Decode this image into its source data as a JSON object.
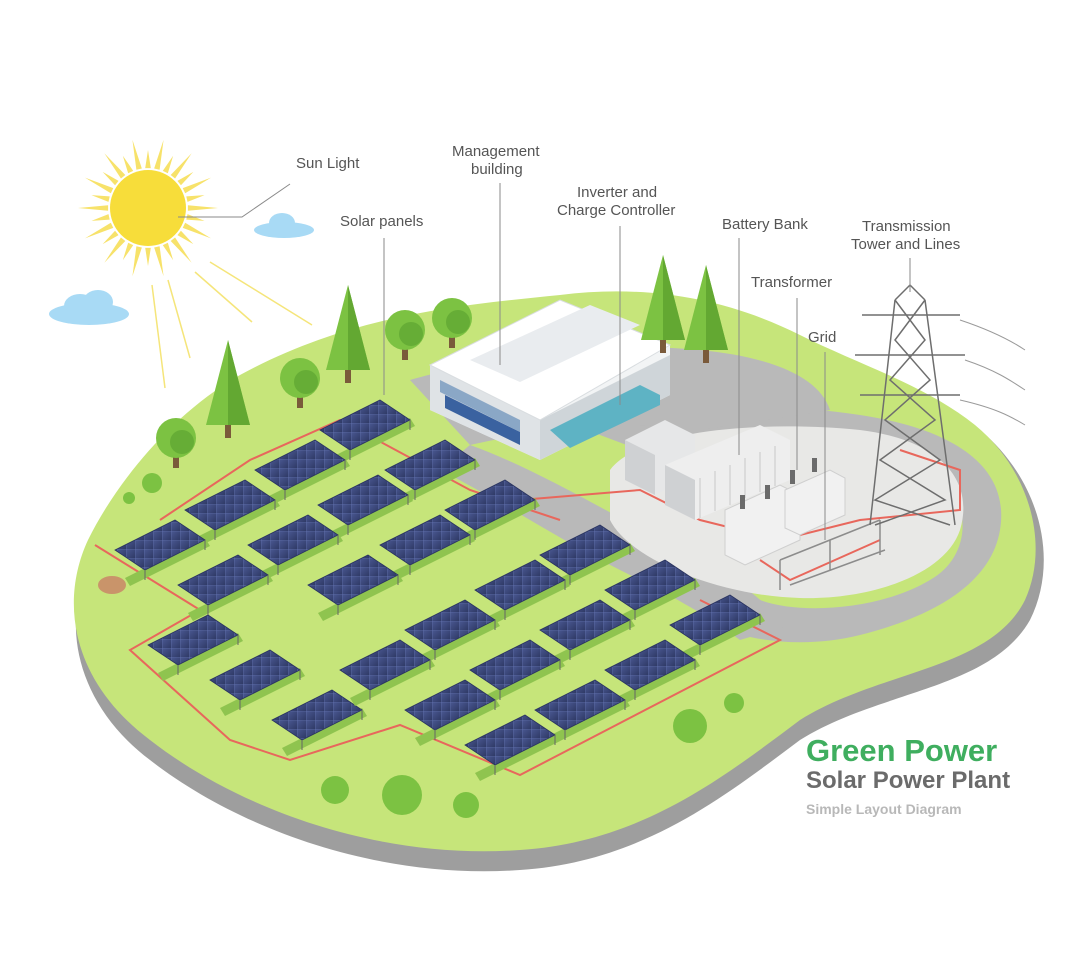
{
  "labels": {
    "sun_light": "Sun Light",
    "solar_panels": "Solar panels",
    "management_line1": "Management",
    "management_line2": "building",
    "inverter_line1": "Inverter and",
    "inverter_line2": "Charge Controller",
    "battery_bank": "Battery Bank",
    "transformer": "Transformer",
    "grid": "Grid",
    "transmission_line1": "Transmission",
    "transmission_line2": "Tower and Lines"
  },
  "title": {
    "main": "Green Power",
    "sub": "Solar Power Plant",
    "small": "Simple Layout Diagram"
  },
  "colors": {
    "grass": "#c6e57a",
    "grass_dark": "#a7d25a",
    "ground_edge": "#8a8a8a",
    "road": "#bdbdbd",
    "panel": "#3d4a7a",
    "cable": "#e8675c",
    "tree": "#7cc242",
    "sun": "#f7dd3a",
    "cloud": "#a8daf5",
    "title_green": "#3fae5f"
  },
  "icons": [
    "sun-icon",
    "cloud-icon",
    "tree-icon",
    "solar-panel-icon",
    "building-icon",
    "battery-icon",
    "transformer-icon",
    "transmission-tower-icon"
  ]
}
